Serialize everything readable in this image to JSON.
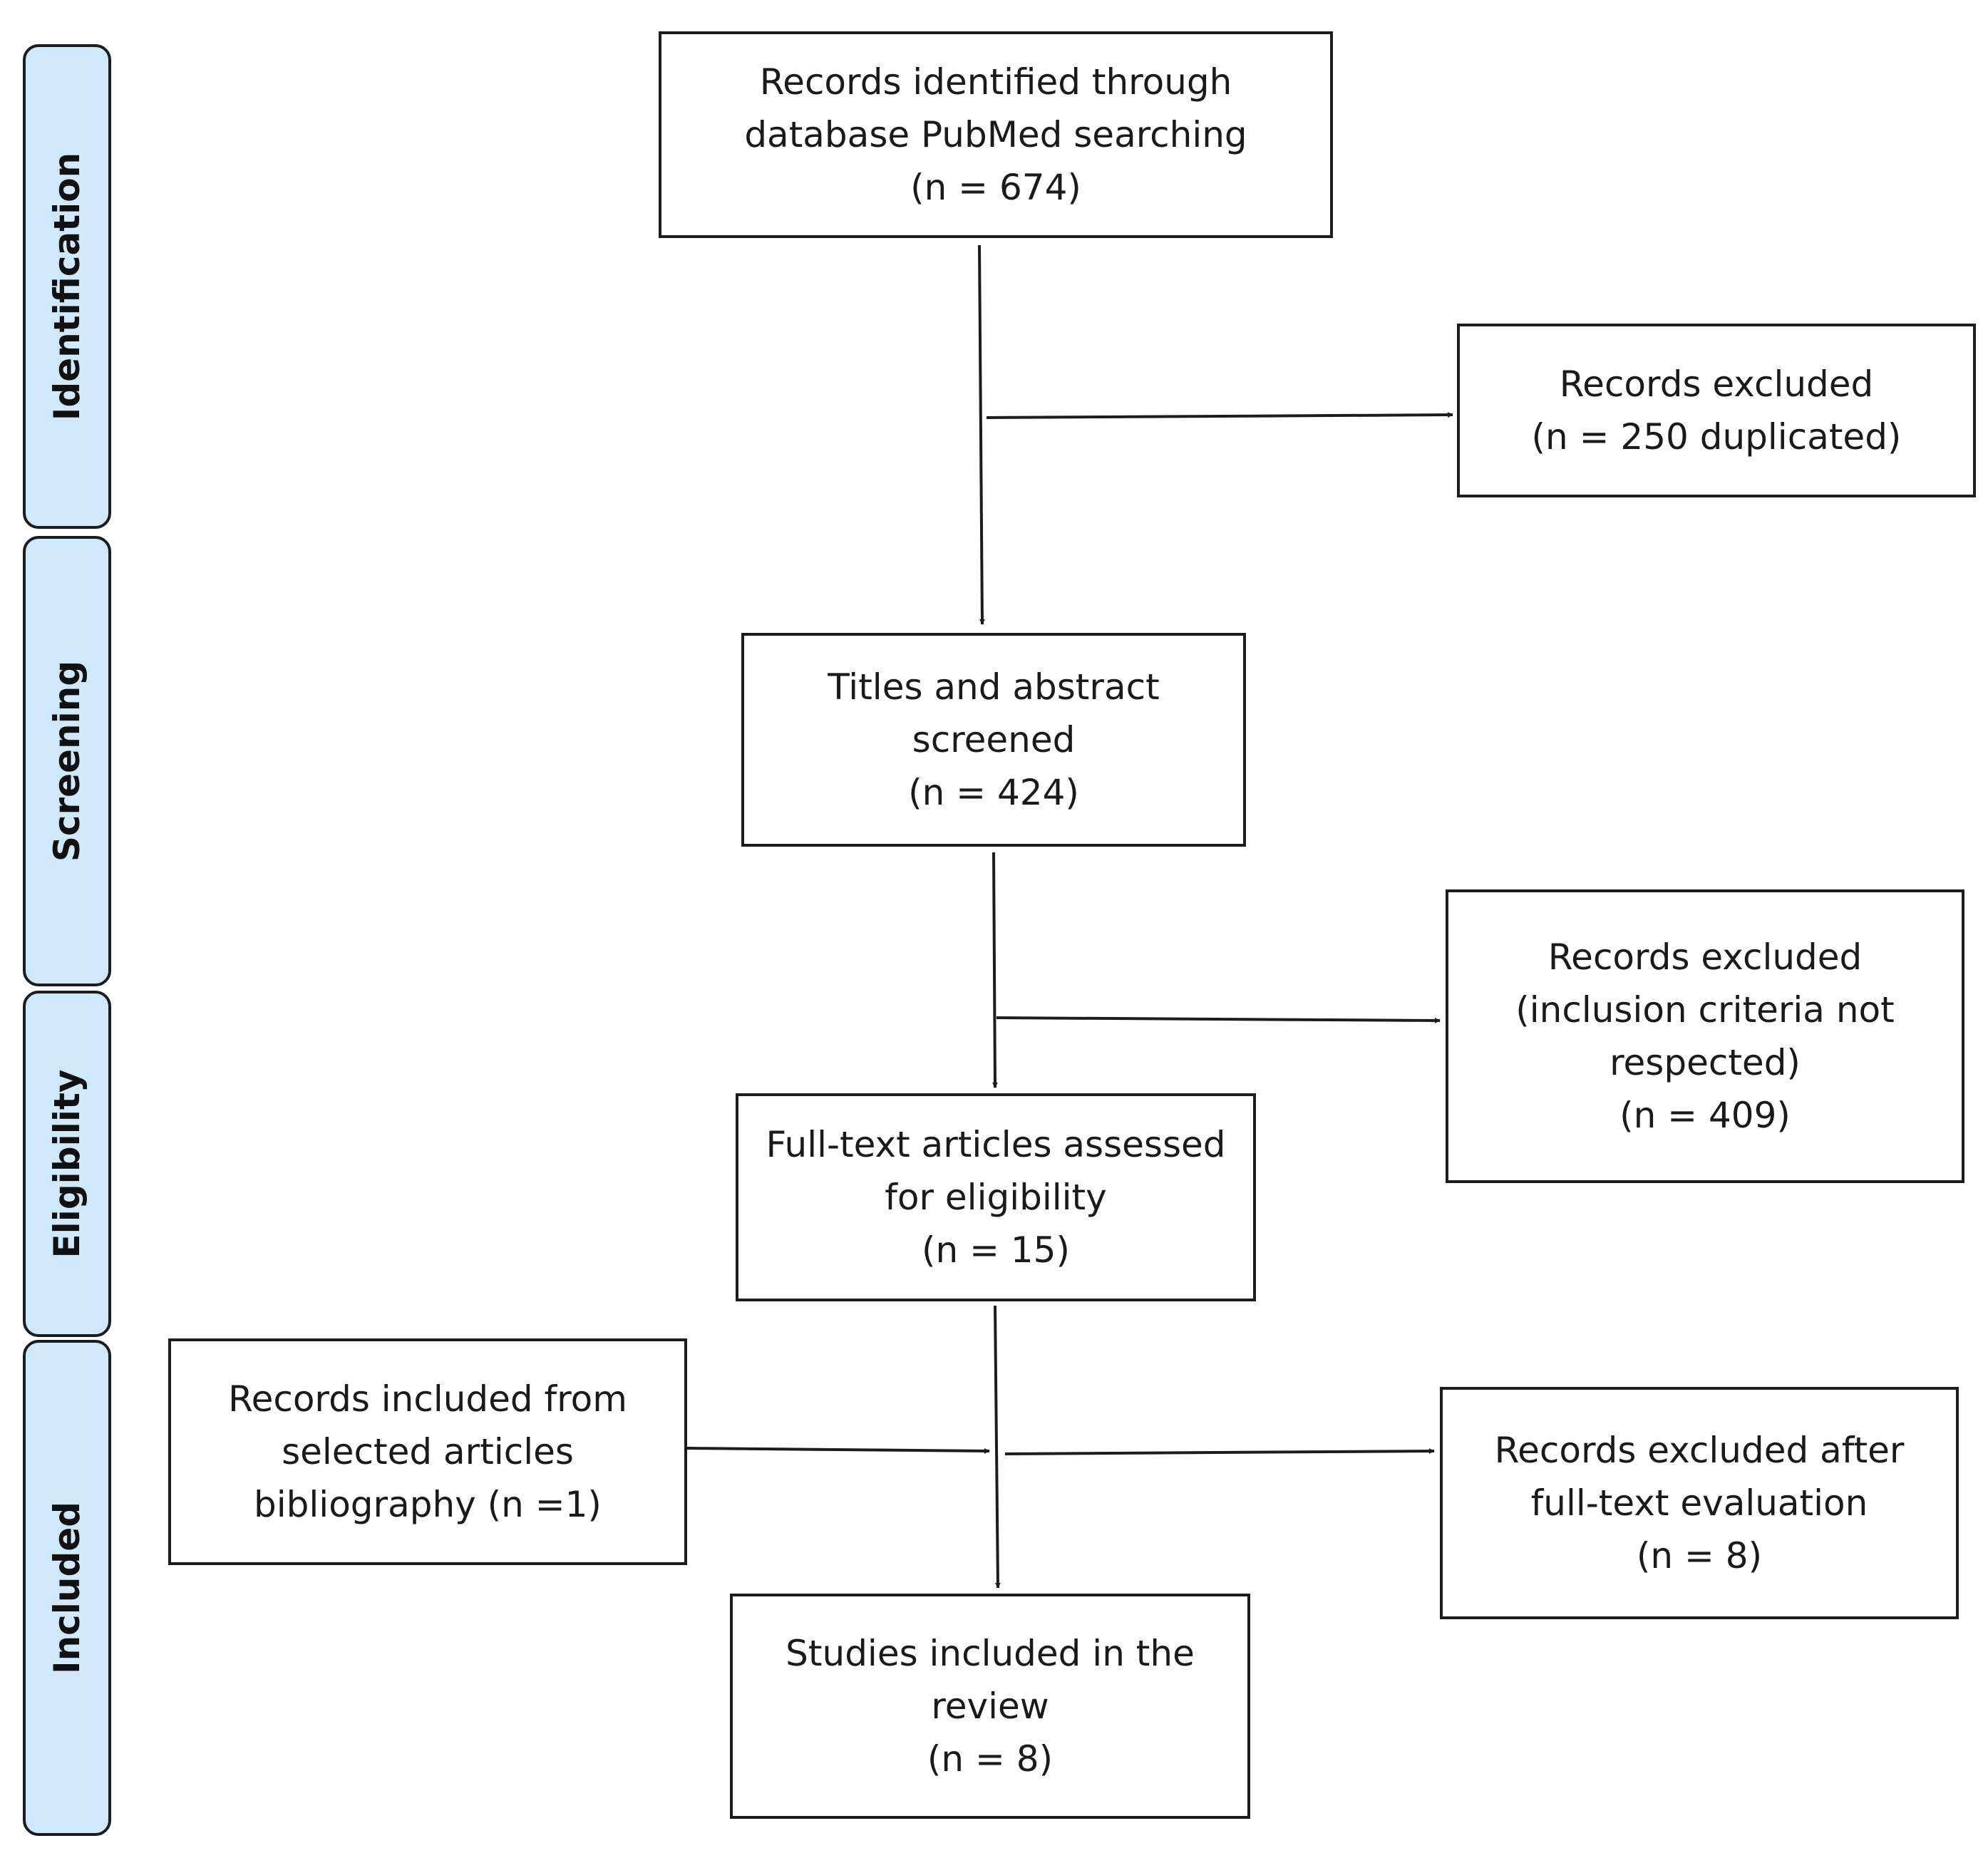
{
  "phases": {
    "identification": "Identification",
    "screening": "Screening",
    "eligibility": "Eligibility",
    "included": "Included"
  },
  "boxes": {
    "identified": [
      "Records identified through",
      "database PubMed searching",
      "(n = 674)"
    ],
    "excluded_duplicates": [
      "Records excluded",
      "(n = 250 duplicated)"
    ],
    "screened": [
      "Titles and abstract",
      "screened",
      "(n = 424)"
    ],
    "excluded_criteria": [
      "Records excluded",
      "(inclusion criteria not",
      "respected)",
      "(n = 409)"
    ],
    "fulltext_assessed": [
      "Full-text articles assessed",
      "for eligibility",
      "(n = 15)"
    ],
    "bibliography": [
      "Records included from",
      "selected articles",
      "bibliography (n =1)"
    ],
    "excluded_fulltext": [
      "Records excluded after",
      "full-text evaluation",
      "(n = 8)"
    ],
    "included_studies": [
      "Studies included in the",
      "review",
      "(n = 8)"
    ]
  },
  "colors": {
    "phase_fill": "#cfe8fb",
    "stroke": "#1c1c1c"
  }
}
